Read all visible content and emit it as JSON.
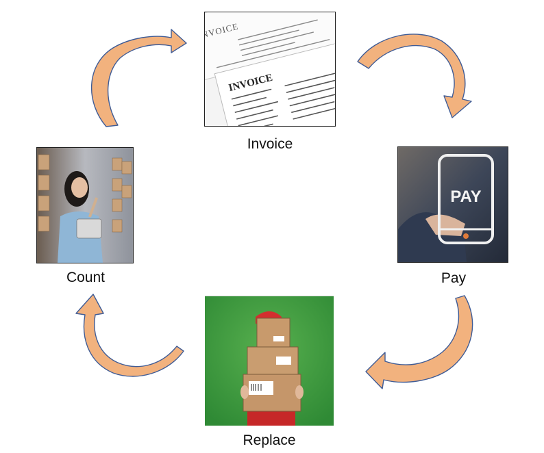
{
  "diagram": {
    "type": "cycle",
    "steps": [
      {
        "id": "invoice",
        "label": "Invoice"
      },
      {
        "id": "pay",
        "label": "Pay"
      },
      {
        "id": "replace",
        "label": "Replace"
      },
      {
        "id": "count",
        "label": "Count"
      }
    ],
    "flow": [
      "invoice",
      "pay",
      "replace",
      "count",
      "invoice"
    ],
    "arrow_color": "#f2b27e",
    "arrow_outline": "#3f5c96"
  },
  "images": {
    "invoice": {
      "text_top": "INVOICE",
      "text_main": "INVOICE"
    },
    "pay": {
      "text": "PAY"
    }
  }
}
